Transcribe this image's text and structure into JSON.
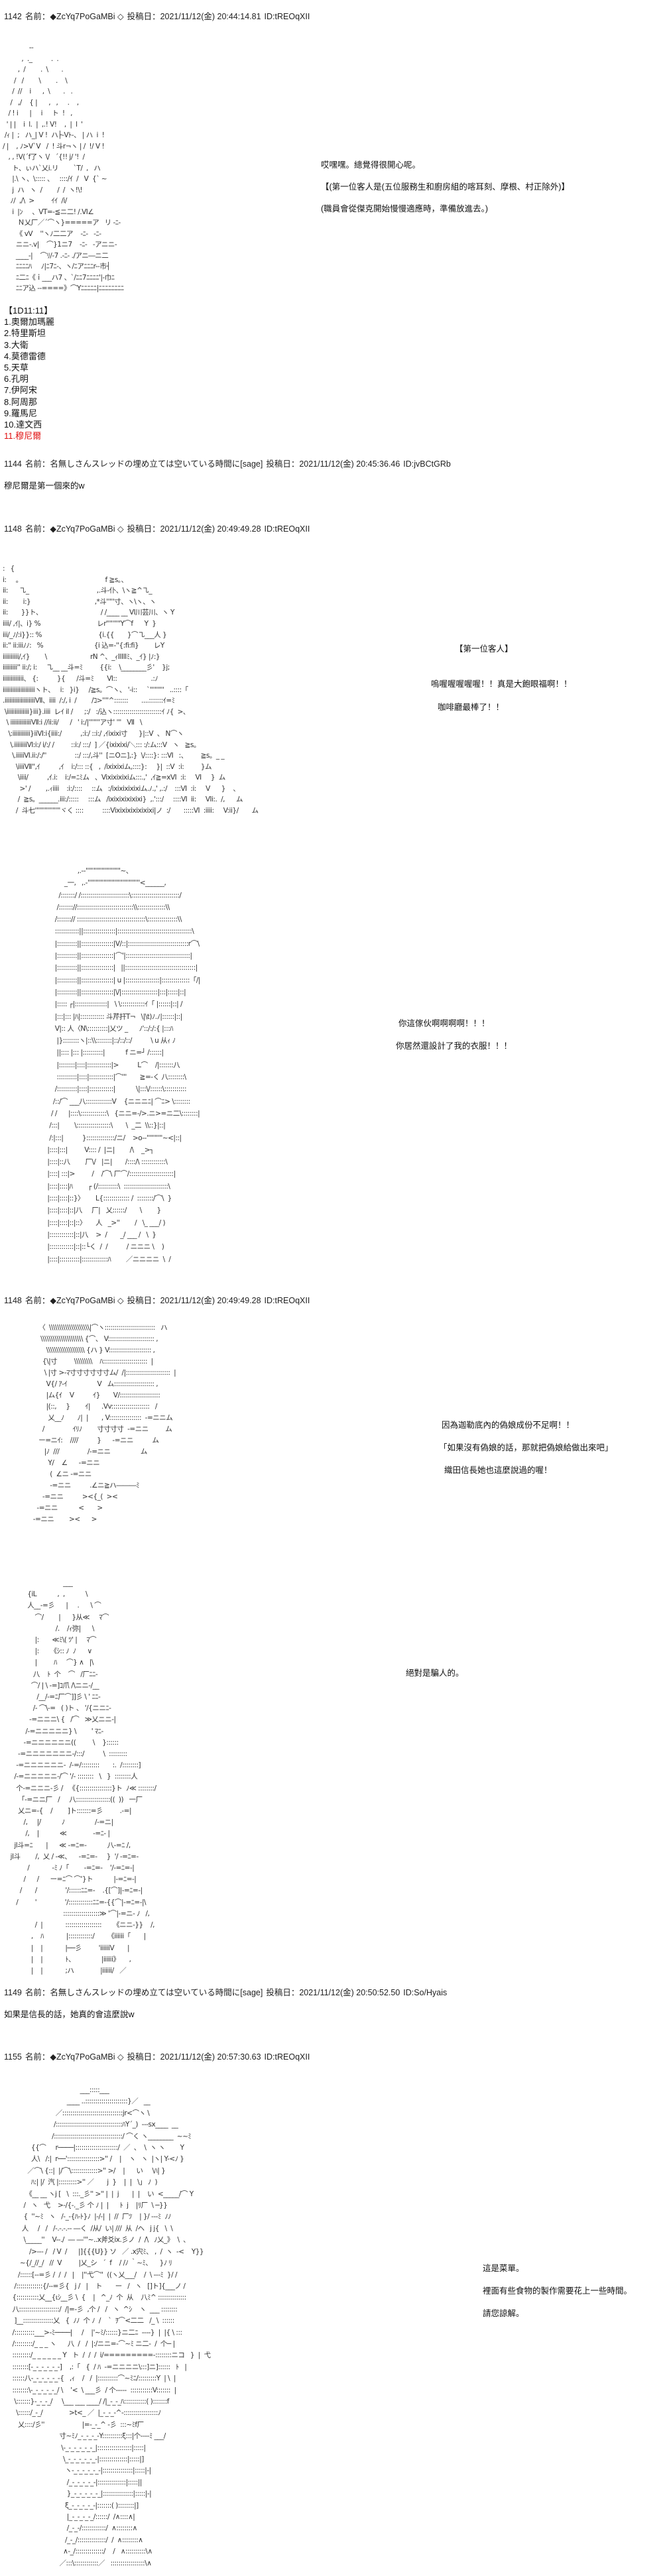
{
  "colors": {
    "text": "#111111",
    "highlight": "#e01010"
  },
  "posts": [
    {
      "num": "1142",
      "name": "名前：◆ZcYq7PoGaMBi ◇",
      "date": "投稿日：2021/11/12(金) 20:44:14.81",
      "id": "ID:tREOqXII"
    },
    {
      "num": "1144",
      "name": "名前：名無しさんスレッドの埋め立ては空いている時間に[sage]",
      "date": "投稿日：2021/11/12(金) 20:45:36.46",
      "id": "ID:jvBCtGRb",
      "body": "穆尼爾是第一個來的w"
    },
    {
      "num": "1148",
      "name": "名前：◆ZcYq7PoGaMBi ◇",
      "date": "投稿日：2021/11/12(金) 20:49:49.28",
      "id": "ID:tREOqXII"
    },
    {
      "num": "1148",
      "name": "名前：◆ZcYq7PoGaMBi ◇",
      "date": "投稿日：2021/11/12(金) 20:49:49.28",
      "id": "ID:tREOqXII"
    },
    {
      "num": "1149",
      "name": "名前：名無しさんスレッドの埋め立ては空いている時間に[sage]",
      "date": "投稿日：2021/11/12(金) 20:50:52.50",
      "id": "ID:So/Hyais",
      "body": "如果是信長的話，她真的會這麼說w"
    },
    {
      "num": "1155",
      "name": "名前：◆ZcYq7PoGaMBi ◇",
      "date": "投稿日：2021/11/12(金) 20:57:30.63",
      "id": "ID:tREOqXII"
    }
  ],
  "dialogue": {
    "d1": [
      "哎嘿嘿。總覺得很開心呢。",
      "【(第一位客人是(五位服務生和廚房組的喀耳刻、摩根、村正除外)】",
      "(職員會從傑克開始慢慢適應時，準備放進去。)"
    ],
    "d2": [
      "【第一位客人】",
      "嗚喔喔喔喔喔！！真是大飽眼福啊！！",
      "咖啡廳最棒了！！"
    ],
    "d3": [
      "你這傢伙啊啊啊啊！！！",
      "你居然還設計了我的衣服！！！"
    ],
    "d4": [
      "因為迦勒底內的偽娘成份不足啊！！",
      "「如果沒有偽娘的話，那就把偽娘給做出來吧」",
      "織田信長她也這麼說過的喔！"
    ],
    "d5": [
      "絕對是騙人的。"
    ],
    "d6": [
      "這是菜單。",
      "裡面有些食物的製作需要花上一些時間。",
      "請您諒解。"
    ]
  },
  "roll": {
    "title": "【1D11:11】",
    "items": [
      "1.奧爾加瑪麗",
      "2.特里斯坦",
      "3.大衛",
      "4.莫德雷德",
      "5.天草",
      "6.孔明",
      "7.伊阿宋",
      "8.阿周那",
      "9.羅馬尼",
      "10.達文西"
    ],
    "selected": "11.穆尼爾"
  },
  "aa": {
    "a1": [
      "              --",
      "          ,  ._          .  .",
      "        ,  /        .  \\       .",
      "      /   /        \\        .    \\",
      "     /  //    i      ,  \\       .   .",
      "    /   ,/    { |      ,   ,     .    ,",
      "   / ! i      |     i     ト  !   ,",
      "  ' | |    i  l.  |  ,.! V!    ,  |  l  '",
      " /ｨ |  ;   ハ_| V !  ハ├-Vﾄ-、 | ハ  i  !",
      "/ |    , ﾉ>V`V   /  ! 斗r¬ヽ | /  !/ V !",
      "   , , !V(´f了ヽ \\/   ´{!! j/ '!  /",
      "     ト、ぃハ`乂i.リ        `T/  ,   ハ",
      "     |.\\ ヽ、\\::::: 、   ::::/ｲ  /   V  {` ~",
      "     j  ハ   ヽ  /        /  /  ヽ!\\!",
      "    ﾉ/  ,/\\  >         ｲｲ  /i/",
      "     i  |ﾝ     、VT=-≦ニ二! /.Ⅵ∠",
      "        Ｎ乂厂／´⌒ヽ}=====ア   リ -ﾆ-",
      "       《 vV    ''ヽﾉ二二ア    -ﾆ-   -ﾆ-",
      "       ニニ-.v|    ⌒}1ニ7    -ﾆ-   -アニニ-",
      "       ____-|    ⌒ﾘ/-7 .-ﾆ- ./アニ―ニ二",
      "       ﾆﾆﾆﾆﾊ     ﾉ|ﾆ7ﾆ-、ヽ/ﾆアﾆﾆﾆr--市┤",
      "       ﾆ二ﾆ《ｉ___ハ7 、`/ﾆﾆ7ﾆﾆﾆﾆ'|-巾ﾆ",
      "       ﾆﾆア込 --====》⌒Yﾆﾆﾆﾆﾆ|ﾆﾆﾆﾆﾆﾆﾆﾆ"
    ],
    "a2": [
      ":   {",
      "i:     。                                            f ≧s。、",
      "ii:      ㇈_                                    ,.斗-仆、\\ヽ≧^㇈_",
      "ii:        i:}                                  ,*斗'''''寸、ヽ\\ヽ、ヽ",
      "ii:       }}ト、                               / /____ __ Ⅵ川芸川、ヽ Y",
      "iiii/ ,ｲ|、i} %                              レr'''''''''Y⌒f      Y  }",
      "iii/_ﾉ/:i}}:: %                              {i.{{       }⌒㇈___人 }",
      "ii:'' ii:iiiﾉﾉ:   %                           {i 込=-''{:fi:fi}        レY",
      "iiiiiiiiii/,ｲ}        \\                       rN ^、_ｨIIIIIﾐ、_ｲ} |ﾉ:}",
      "iiiiiiiii'' ii:/; i:     ㇈__ __斗=ﾐ         {{i:    \\________彡'    }j;",
      "iiiiiiiiiiiii、 {:          }{      /斗=ﾐ       Ⅵ::                  .:ﾉ",
      "iiiiiiiiiiiiiiiiiiiiヽト、   i:   }i}     /≧s。⌒ヽ、 '-i::     `'''''''''   ..::::「",
      ".iiiiiiiiiiiiiiiiiiiⅦ、iiii  /:/, i  /        /ｺ>''''^:::::::       ....:::::::ｲ=ﾐ",
      " \\iiiiiiiiiiiiii}iii}.iiii  レｲ il /      ;:/   :/込ヽ::::::::::::::::::::::::ｲ ﾉ{  >、",
      "  \\ iiiiiiiiiiiiiⅦ:i //ii:ii/      /   ' i:/|'''''''ア寸' '''   Ⅶ   \\",
      "   \\:iiiiiiiiiii}iiⅥ:i{iiii:/          ,:i:/ ::i:/ ,ｲixixi寸      }|::V  、 N⌒ヽ",
      "    \\.iiiiiiiiⅥ:i:/ i/:/ /         ::i:/ :::/  ] ／{ixixixi/＼::: :/:ム:::V   ヽ   ≧s。",
      "     \\.iiiiiⅥ.ii:/:/''               ::/ :::/,斗''  [ニOニ],:}  \\/::::}: :::Ⅵ   :、       ≧s。_ _",
      "       \\iiiiⅦ'',ｲ          ,ｲ    i:/::: ::{   ,  /ixixixiム,::::}:     }|  ::V  :i:         }ム",
      "        \\iiii/          ,ｲ.i:    i:/=ﾆﾐム   、Vixixixixiム:::.,'  ,ｲ≧=xⅥ  :i:     Ⅵ     }  ム",
      "         >' /        ,.ｨiiii    :i:/::::     ::ム   :/ixixixixixiム.ﾉ.,' ,.:/    :::Ⅵ  :i:     V      }    、",
      "        /  ≧s。______.iii:/:::::     :::ム   /ixixixixixixi}  ,.':::/     ::::Ⅵ  ii:     Ⅵi:.  /,      ム",
      "       /  斗七''''''''''''''''ヾく ::::          ::::Vixixixixixixixi|ノ  :/       :::::Ⅵ  :iiii:     V:ii}/       ム"
    ],
    "a3": [
      "                    ,.--''''''''''''''''''''''~、",
      "             _一,   ,.-'''''''''''''''''''''''''''''''''<______,",
      "          /:::::::/ /::::::::::::::::::::::::\\::::::::::::::::::::::::/",
      "         /::::::://::::::::::::::::::::::::::::\\\\::::::::::::::\\\\",
      "        /:::::::// ::::::::::::::::::::::::::::::::::\\:::::::::::::::\\\\",
      "        ::::::::::::||::::::::::::::::|:::::::::::::::::::::::::::::::::::::\\",
      "        |::::::::::||::::::::::::::::|V/::|::::::::::::::::::::::::::::::r⌒\\",
      "        |::::::::::||::::::::::::::::|⌒'|::::::::::::::::::::::::::::::::|",
      "        |::::::::::||::::::::::::::::|   ||:::::::::::::::::::::::::::::::::::|",
      "        |::::::::::||::::::::::::::::| u |:::::::::::::::::|::::::::::::::「/|",
      "        |::::::::::||::::::::::::::::|\\/|::::::::::::::::::|:::|:::::|::|",
      "        |::::: ┌|::::::::::::::::|   \\ \\::::::::::::ｲ「 |::::::|::| /",
      "        |:::|::: |ﾊ|:::::::::::: 斗芹扞T¬   \\|\\t)ﾉ.ﾉ|::::::|::|",
      "        V|:: 人〈N\\::::::::::|乂ツ _      ﾉ'::/:/:{ |:::ﾊ",
      "         |}::::::::ヽ|::\\\\::::::::|::/::/::/          \\ u 从ｨ ﾉ",
      "         ||:::: |::: |::::::::::|           f ニ=┘ /::::::|",
      "         |::::::::|::::|::::::::::::|>          L⌒    /|:::::::八",
      "         ::::::::::|::::|::::::::::::|⌒'''       ≧=-く 八::::::::\\",
      "        /::::::::::|::::|::::::::::::|           \\|:::\\/::::::\\:::::::::::",
      "       /::/⌒ ___八:::::::::::::V    {ニニニﾆ| ⌒ﾆ> \\::::::::",
      "      / /      |::::\\:::::::::::::\\   {ニニ=-/>.ニ>=ニ二\\::::::::|",
      "     /:::|        \\:::::::::::::::::\\       \\  _二  \\\\::}|::|",
      "     /:|:::|          }::::::::::::::/ニ/    >o-‐''''''''''~<|::|",
      "    |::::|:::|         V:::: /  |ニ|        /\\    _>┐",
      "    |::::|::八        厂\\/   |ニ|       /::::/\\ ::::::::::::\\",
      "    |::::| :::|>         /    /⌒\\ 厂⌒/::::::::::::::::::::::|",
      "    |::::|::::|ﾊ        ┌ (/::::::::::\\  ::::::::::::::::::::::\\",
      "    |::::|::::|::}〉      L{::::::::::::: /  ::::::::/⌒\\  }",
      "    |::::|::::|::|八     厂|   乂::::::/       \\        }",
      "    |::::|::::|::|::〉     人   _>''        /   \\_ ___/ )",
      "    |::::::::::::|::|八    >  /       _/ ___ /   \\  }",
      "    |::::::::::::|::|::└く  /  /          / ニニニ \\    )",
      "    |::::|::::::::::|:::::::::::::ﾊ        ／ニニニニ  \\  /"
    ],
    "a4": [
      "                 〈  \\\\\\\\\\\\\\\\\\\\\\\\\\\\\\\\\\\\\\\\|⌒ヽ:::::::::::::::::::::::::   ハ",
      "                  \\\\\\\\\\\\\\\\\\\\\\\\\\\\\\\\\\\\\\\\\\ {⌒、 V::::::::::::::::::::::: ,",
      "                     \\\\\\\\\\\\\\\\\\\\\\\\\\\\\\\\\\\\\\ {ハ } V::::::::::::::::::::: ,",
      "                   {\\|寸         \\\\\\\\\\\\\\\\\\    ﾊ::::::::::::::::::::::  |",
      "                    \\ |寸 >-ﾏ寸寸寸寸寸寸ム/  /|::::::::::::::::::::::  |",
      "                     V{/ ｱ-ｲ                V   ム:::::::::::::::::::: ,",
      "                     |ム{ｲ    V          ｲ}       V/::::::::::::::::::::",
      "                     |(::,     }        ｲ|      .Vv:::::::::::::::::::   /",
      "                      乂__ﾉ       ﾉ|  |       , V::::::::::::::::  -=ニニム",
      "                   /               ｲﾘﾉ        寸寸寸寸  -=ニニ         ム",
      "                 ー=ニｲ:    ////          }      -=ニニ          ム",
      "                    |ﾉ  ///               /-=ニニ                ム",
      "                      Y/    ∠      -=ニニ",
      "                       (  ∠ニ -=ニニ",
      "                       -=ニニ          .∠ニ≧ハ―――ﾐ",
      "                   -=ニニ          ><{_(  ><",
      "                -=ニニ           <       >",
      "              -=ニニ        ><      >"
    ],
    "a5": [
      "                              ___",
      "           {iL           ,  ,           \\",
      "           人__-=彡      |     .      \\ ⌒",
      "               ⌒/        |      }从≪     ﾏ⌒",
      "                          /.    /ｨ弥|      \\",
      "               |:       ≪ﾐ\\( ﾂ' |     ﾏ⌒",
      "               |:      《ｼ:: ﾉ  ﾉ      ∨",
      "               |         ﾊ     ⌒} ∧   |\\",
      "              八    ﾄ  个    ⌒   /厂ﾆﾆ-",
      "             ⌒/ | \\ -=]ｺ爪 /\\ニニ-/__",
      "                /__/-=ﾆ厂⌒]]彡 \\ ' ﾆﾆ-",
      "              /- ⌒\\-=   ( )ト 、 '/{ニニﾆ-",
      "            -=ニニニ\\ {   /⌒   ≫乂ニニ-|",
      "          /-=ニニニニニ} \\        ' ﾏﾆ-",
      "         -=ニニニニニニ((         \\    }::::::",
      "      -=ニニニニニニニ-/:::/          \\  :::::::::",
      "     -=ニニニニニニ-  /-=/:::::::::       :.  /::::::::]",
      "    /-=ニニニニニ-/⌒ '/- ::::::::   \\   }  ::::::::人",
      "     个-=ニニニ-彡 /   《{::::::::::::::::}ト  ﾉ≪ ::::::::/",
      "      「-=ニニ厂   /     八:::::::::::::::::((  ))   一厂",
      "      乂ニ=-{    /        ]ト:::::::=彡         .-=|",
      "         /,     |/           ﾉ                /-=ニ|",
      "          /,    |           ≪              -=ﾆ- |",
      "    jl斗=ﾆ       |      ≪ -=ﾆ=-           八-=ﾆ /,",
      "  jl斗        /,  乂 / -≪、    -=ﾆ=-     }  '/ -=ﾆ=-",
      "           /            -ﾐ ﾉ「        -=ﾆ=-    '/-=ﾆ=-|",
      "         /      /      ー=ﾆ⌒ ⌒'}ト           |-=ﾆ=-|",
      "       /       /               '/::::::ﾆﾆ=-    .{[⌒]|-=ﾆ=-|",
      "     /         '               '/::::::::::::ﾆﾆ=-{{⌒|-=ﾆ=-|\\",
      "                              ::::::::::::::::::≫ '⌒|-=ニ- ﾉ   /,",
      "               /  |            ::::::::::::::::::      《ニニ-}}    /,",
      "             ,    ﾊ            |::::::::::::/       《iiiiii「       |",
      "             |    |            |──彡         'iiiiiiV       |",
      "             |    |            ﾄ、              |iiiiii》     ,",
      "             |    |            ;ハ              |iiiiii/   ／"
    ],
    "a6": [
      "                                       ___:::::___",
      "                                ____ ..:::::::::::::::::::::}／   __",
      "                          ／::::::::::::::::::::::::::::::jr<⌒ヽ \\",
      "                         /:::::::::::::::::::::::::::::::::ﾊY´_)  ---sx____  __",
      "                        /::::::::::::::::::::::::::::::::::/ ⌒く ヽ________  ~~ﾐ",
      "             {{⌒     r────|:::::::::::::::::::::/  ／  、  \\  ヽ ヽ        Y",
      "             人\\   /:|  r──'::::::::::::::::>'' /    |    ヽ   ヽ  |ヽ| Y-<ﾉ }",
      "           ／⌒\\ {::|  |/⌒\\:::::::::::::>'' >/    |      い     \\ﾊ| }",
      "             ﾊ:| |/  汽 |:::::::::>'' ／       j  }    |  |   \\」 ﾉ  )",
      "          《__ __ ヽj [   \\  :::._彡'' >'' |  |  j       |  |    い  <_____/⌒ Y",
      "         /   ヽ   弋    >-/{-._彡 个 ﾉ |  |      ﾄ  j    |ﾘ厂  \\ ─}}",
      "         {  ''~ﾐ   ヽ   /-_-{ﾊ-ﾄ}ﾉ  |-/-|  |  //  厂ﾂ    | }/ ---ﾐ  ﾉﾉ",
      "        人     /   /   /-.-.-.-- ―く  /从/  い| ///  从  /ヘ   j j{   \\  \\",
      "         \\_____''    V--./  ― ―'''~..x斧爻ix.彡ノ  /  /\\   ﾉ乂_》  \\  、",
      "            />--- /   / V  /      |]{{{U}} ソ   ／ .x宍ﾐ、 ,  /  ヽ  -<    Y}}",
      "       ~{/_//_/   //  V         |乂_シ   ´  f    / /ﾉ ｀~ﾐ、    }ﾉ ﾘ",
      "      /::::::[--=彡 /  /  /   |    |''弋⌒''  ((ヽ乂___/    /  \\ ---ﾐ  }/ /",
      "    /:::::::::::::{/--=彡{   j /   |    ト       ー   /   ヽ   []ト]{___ノ /",
      "   {:::::::::::乂__{ιｼ__彡 \\  {    |   ^_ﾉ  个  从    八ﾐ^ ::::::::::::::",
      "   八::::::::::::::::::::/  /|=-彡  ,个 /   /   ヽ  ^ｼ    ヽ  ___ ::::::::",
      "    ]__:::::::::::::::乂   {  ﾉﾉ  个 ﾉ  /    `  ｦ⌒<二二   /_ \\  ::::::",
      "   /::::::::::___>‐ﾐ────|     /    |'~ﾐ/::::::}ニ二ﾆ  ----}  |  |{ \\ :::",
      "   /:::::::::/_ _ _ ヽ      八  /   /  |:/ニニ=-⌒~ﾐ ニ二-  /  个─ |",
      "   :::::::::/_ _ _ _ _ _ Y   ト  /  /  /  i/=========-::::::::ニコ   }  |  弋",
      "   ::::::::[-_-_-_-_-_-]    ,:「   {  / ﾊ  -=ニニニニ\\:::]ニ]::::::   ﾄ   |",
      "   ::::::八-_-_-_-_-_-{   ,ｨ    /   /  |::::::::::⌒~ﾐﾆ/:::::::::Y  | \\  |",
      "   ::::::::\\-_-_-_-_-_/ \\    '<  \\ ___彡  / 个-----  :::::::::::V:::::::  |",
      "    \\:::::::}-_-_-_/     \\___ ___ ____/ /|_-_-_ﾊ:::::::::::( ):::::::f",
      "     \\::::::/_-_/              >t<_ ／  |_-_-_-^-:::::::::::::::::ﾉ",
      "      乂::::/彡''                    |=-_-_^ -彡  :::~ﾐf厂",
      "                            寸~ﾐﾉ_-_-_-_-Y::::::::::ξ:::|个----ﾐ ___/",
      "                             \\-_-_-_-_-_-_|:::::::::::::::::|:::::|",
      "                              \\_-_-_-_-_-_-|::::::::::::::|:::::|]",
      "                               ヽ-_-_-_-_-_-|:::::::::::::::|:::::|-|",
      "                                /_-_-_-_-_-|::::::::::::::|:::::||",
      "                                }_-_-_-_-_-_|:::::::::::::::|:::::|-|",
      "                               ξ_-_-_-_-_-|:::::::( )::::::::|]",
      "                                |_-_-_-_-_/::::::/  /∧::::∧|",
      "                                /_-_-/::::::::::::/  ∧::::::::∧",
      "                               /_-_/::::::::::::::/  /  ∧::::::::∧",
      "                              ∧-_/::::::::::::::/    /   ∧::::::::::\\∧",
      "                            ／:::\\::::::::::::／   :::::::::::::::::\\∧"
    ]
  }
}
